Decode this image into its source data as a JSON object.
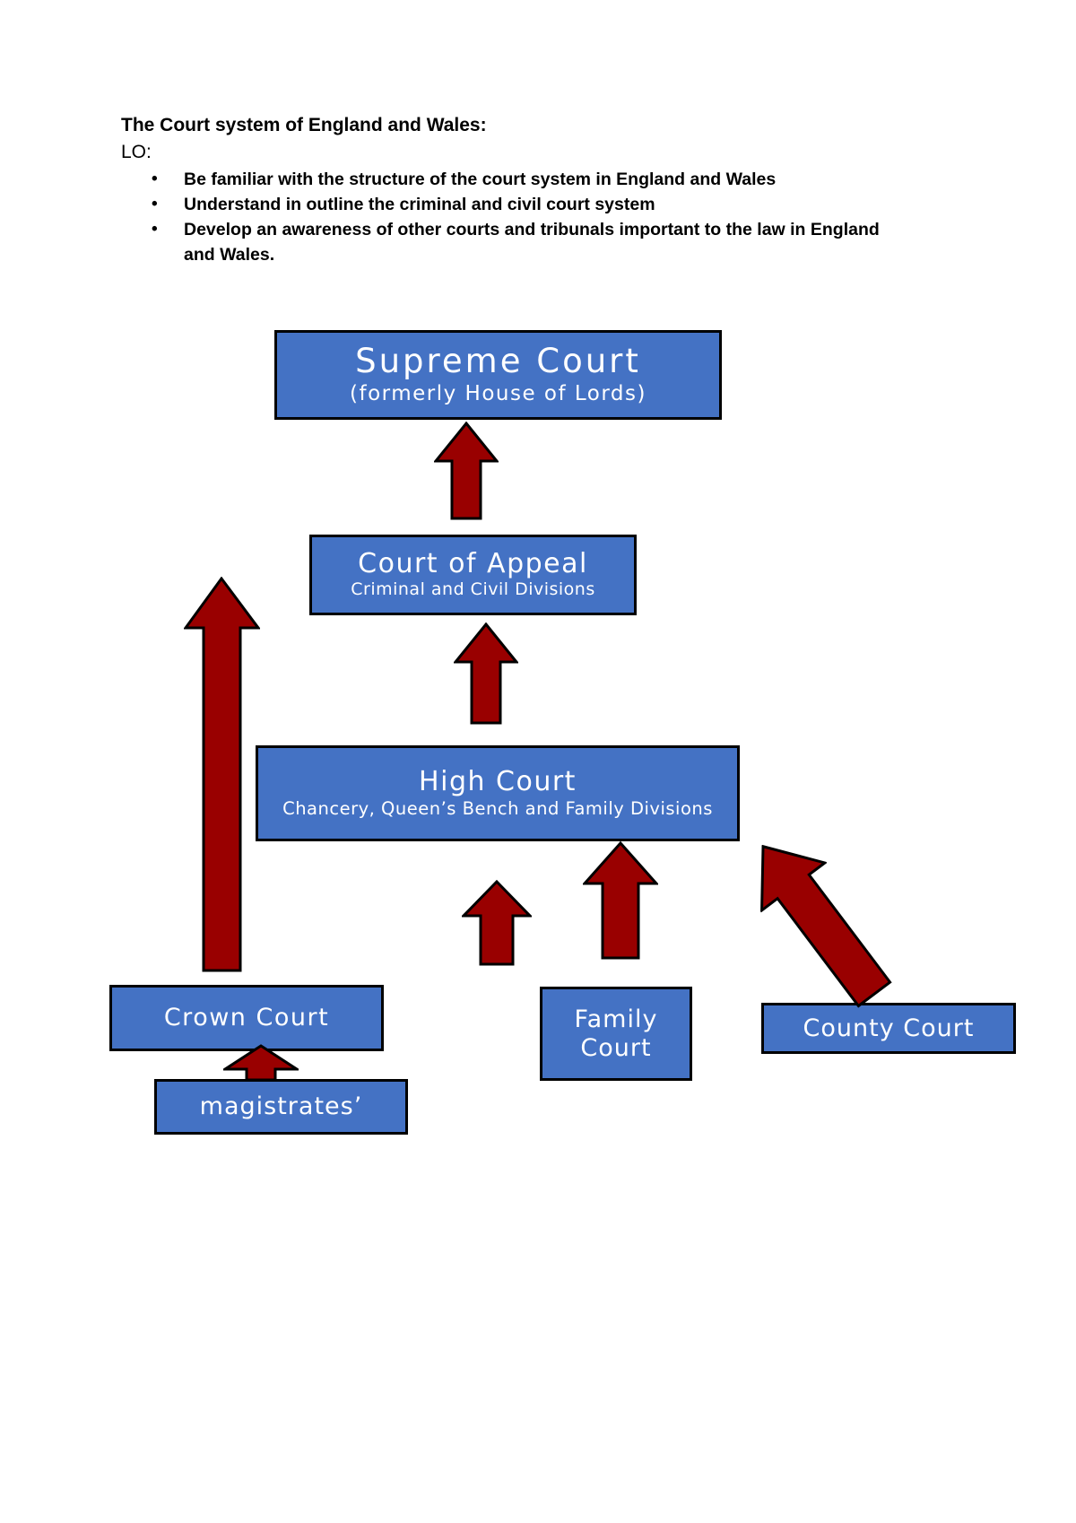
{
  "header": {
    "title": "The Court system of England and Wales:",
    "lo_label": "LO:",
    "bullets": [
      "Be familiar with the structure of the court system in England and Wales",
      "Understand in outline the criminal and civil court system",
      "Develop an awareness of other courts and tribunals important to the law in England and Wales."
    ]
  },
  "diagram": {
    "colors": {
      "box_fill": "#4472C4",
      "box_border": "#000000",
      "box_text": "#ffffff",
      "arrow_fill": "#990000",
      "arrow_border": "#000000"
    },
    "nodes": {
      "supreme_court": {
        "title": "Supreme Court",
        "subtitle": "(formerly House of Lords)"
      },
      "court_of_appeal": {
        "title": "Court of Appeal",
        "subtitle": "Criminal and Civil Divisions"
      },
      "high_court": {
        "title": "High Court",
        "subtitle": "Chancery, Queen’s Bench and Family Divisions"
      },
      "crown_court": {
        "title": "Crown Court"
      },
      "magistrates": {
        "title": "magistrates’"
      },
      "family_court": {
        "title": "Family Court"
      },
      "county_court": {
        "title": "County Court"
      }
    },
    "edges": [
      {
        "from": "court_of_appeal",
        "to": "supreme_court"
      },
      {
        "from": "high_court",
        "to": "court_of_appeal"
      },
      {
        "from": "crown_court",
        "to": "court_of_appeal"
      },
      {
        "from": "magistrates",
        "to": "crown_court"
      },
      {
        "from": "family_court",
        "to": "high_court"
      },
      {
        "from": "magistrates",
        "to": "high_court"
      },
      {
        "from": "county_court",
        "to": "high_court"
      }
    ]
  }
}
